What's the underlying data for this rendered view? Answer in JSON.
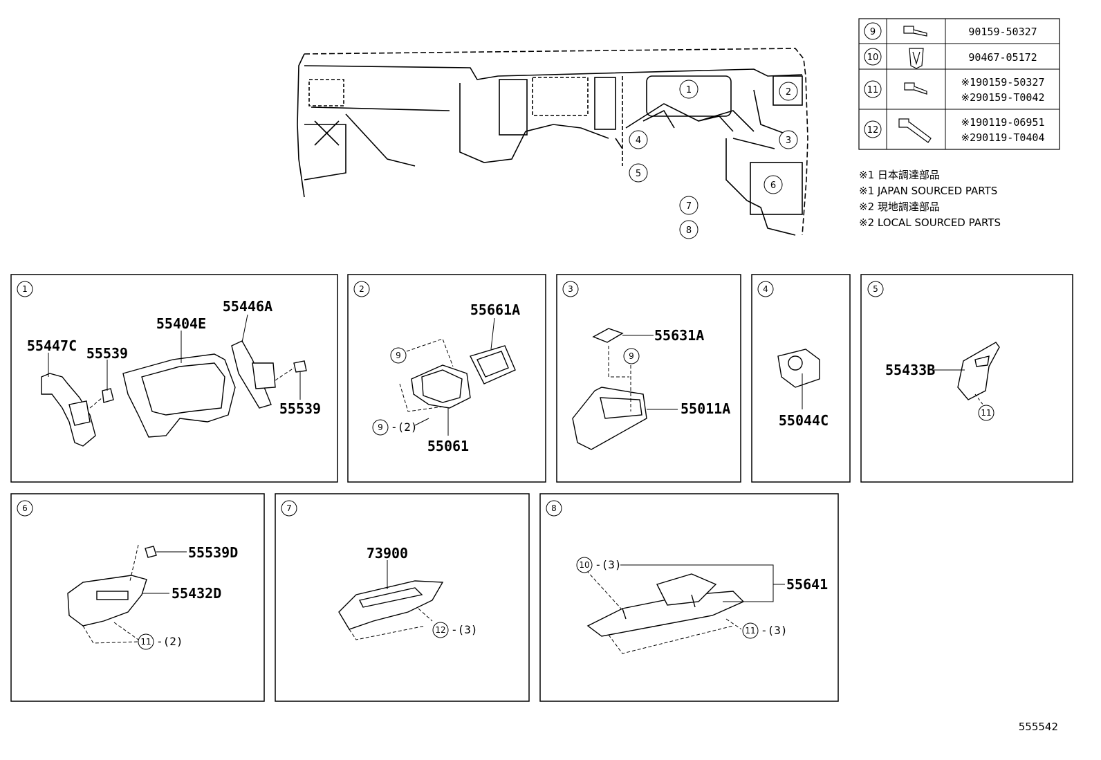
{
  "fastener_table": [
    {
      "ref": "9",
      "parts": [
        "90159-50327"
      ]
    },
    {
      "ref": "10",
      "parts": [
        "90467-05172"
      ]
    },
    {
      "ref": "11",
      "parts": [
        "※190159-50327",
        "※290159-T0042"
      ]
    },
    {
      "ref": "12",
      "parts": [
        "※190119-06951",
        "※290119-T0404"
      ]
    }
  ],
  "notes": [
    "※1 日本調達部品",
    "※1 JAPAN SOURCED PARTS",
    "※2 現地調達部品",
    "※2 LOCAL SOURCED PARTS"
  ],
  "overview_callouts": [
    "1",
    "2",
    "3",
    "4",
    "5",
    "6",
    "7",
    "8"
  ],
  "panels": [
    {
      "id": "1",
      "parts": [
        "55447C",
        "55539",
        "55404E",
        "55446A",
        "55539"
      ]
    },
    {
      "id": "2",
      "parts": [
        "55661A",
        "55061"
      ],
      "refs": [
        "9",
        "9-(2)"
      ]
    },
    {
      "id": "3",
      "parts": [
        "55631A",
        "55011A"
      ],
      "refs": [
        "9"
      ]
    },
    {
      "id": "4",
      "parts": [
        "55044C"
      ]
    },
    {
      "id": "5",
      "parts": [
        "55433B"
      ],
      "refs": [
        "11"
      ]
    },
    {
      "id": "6",
      "parts": [
        "55539D",
        "55432D"
      ],
      "refs": [
        "11-(2)"
      ]
    },
    {
      "id": "7",
      "parts": [
        "73900"
      ],
      "refs": [
        "12-(3)"
      ]
    },
    {
      "id": "8",
      "parts": [
        "55641"
      ],
      "refs": [
        "10-(3)",
        "11-(3)"
      ]
    }
  ],
  "diagram_id": "555542"
}
